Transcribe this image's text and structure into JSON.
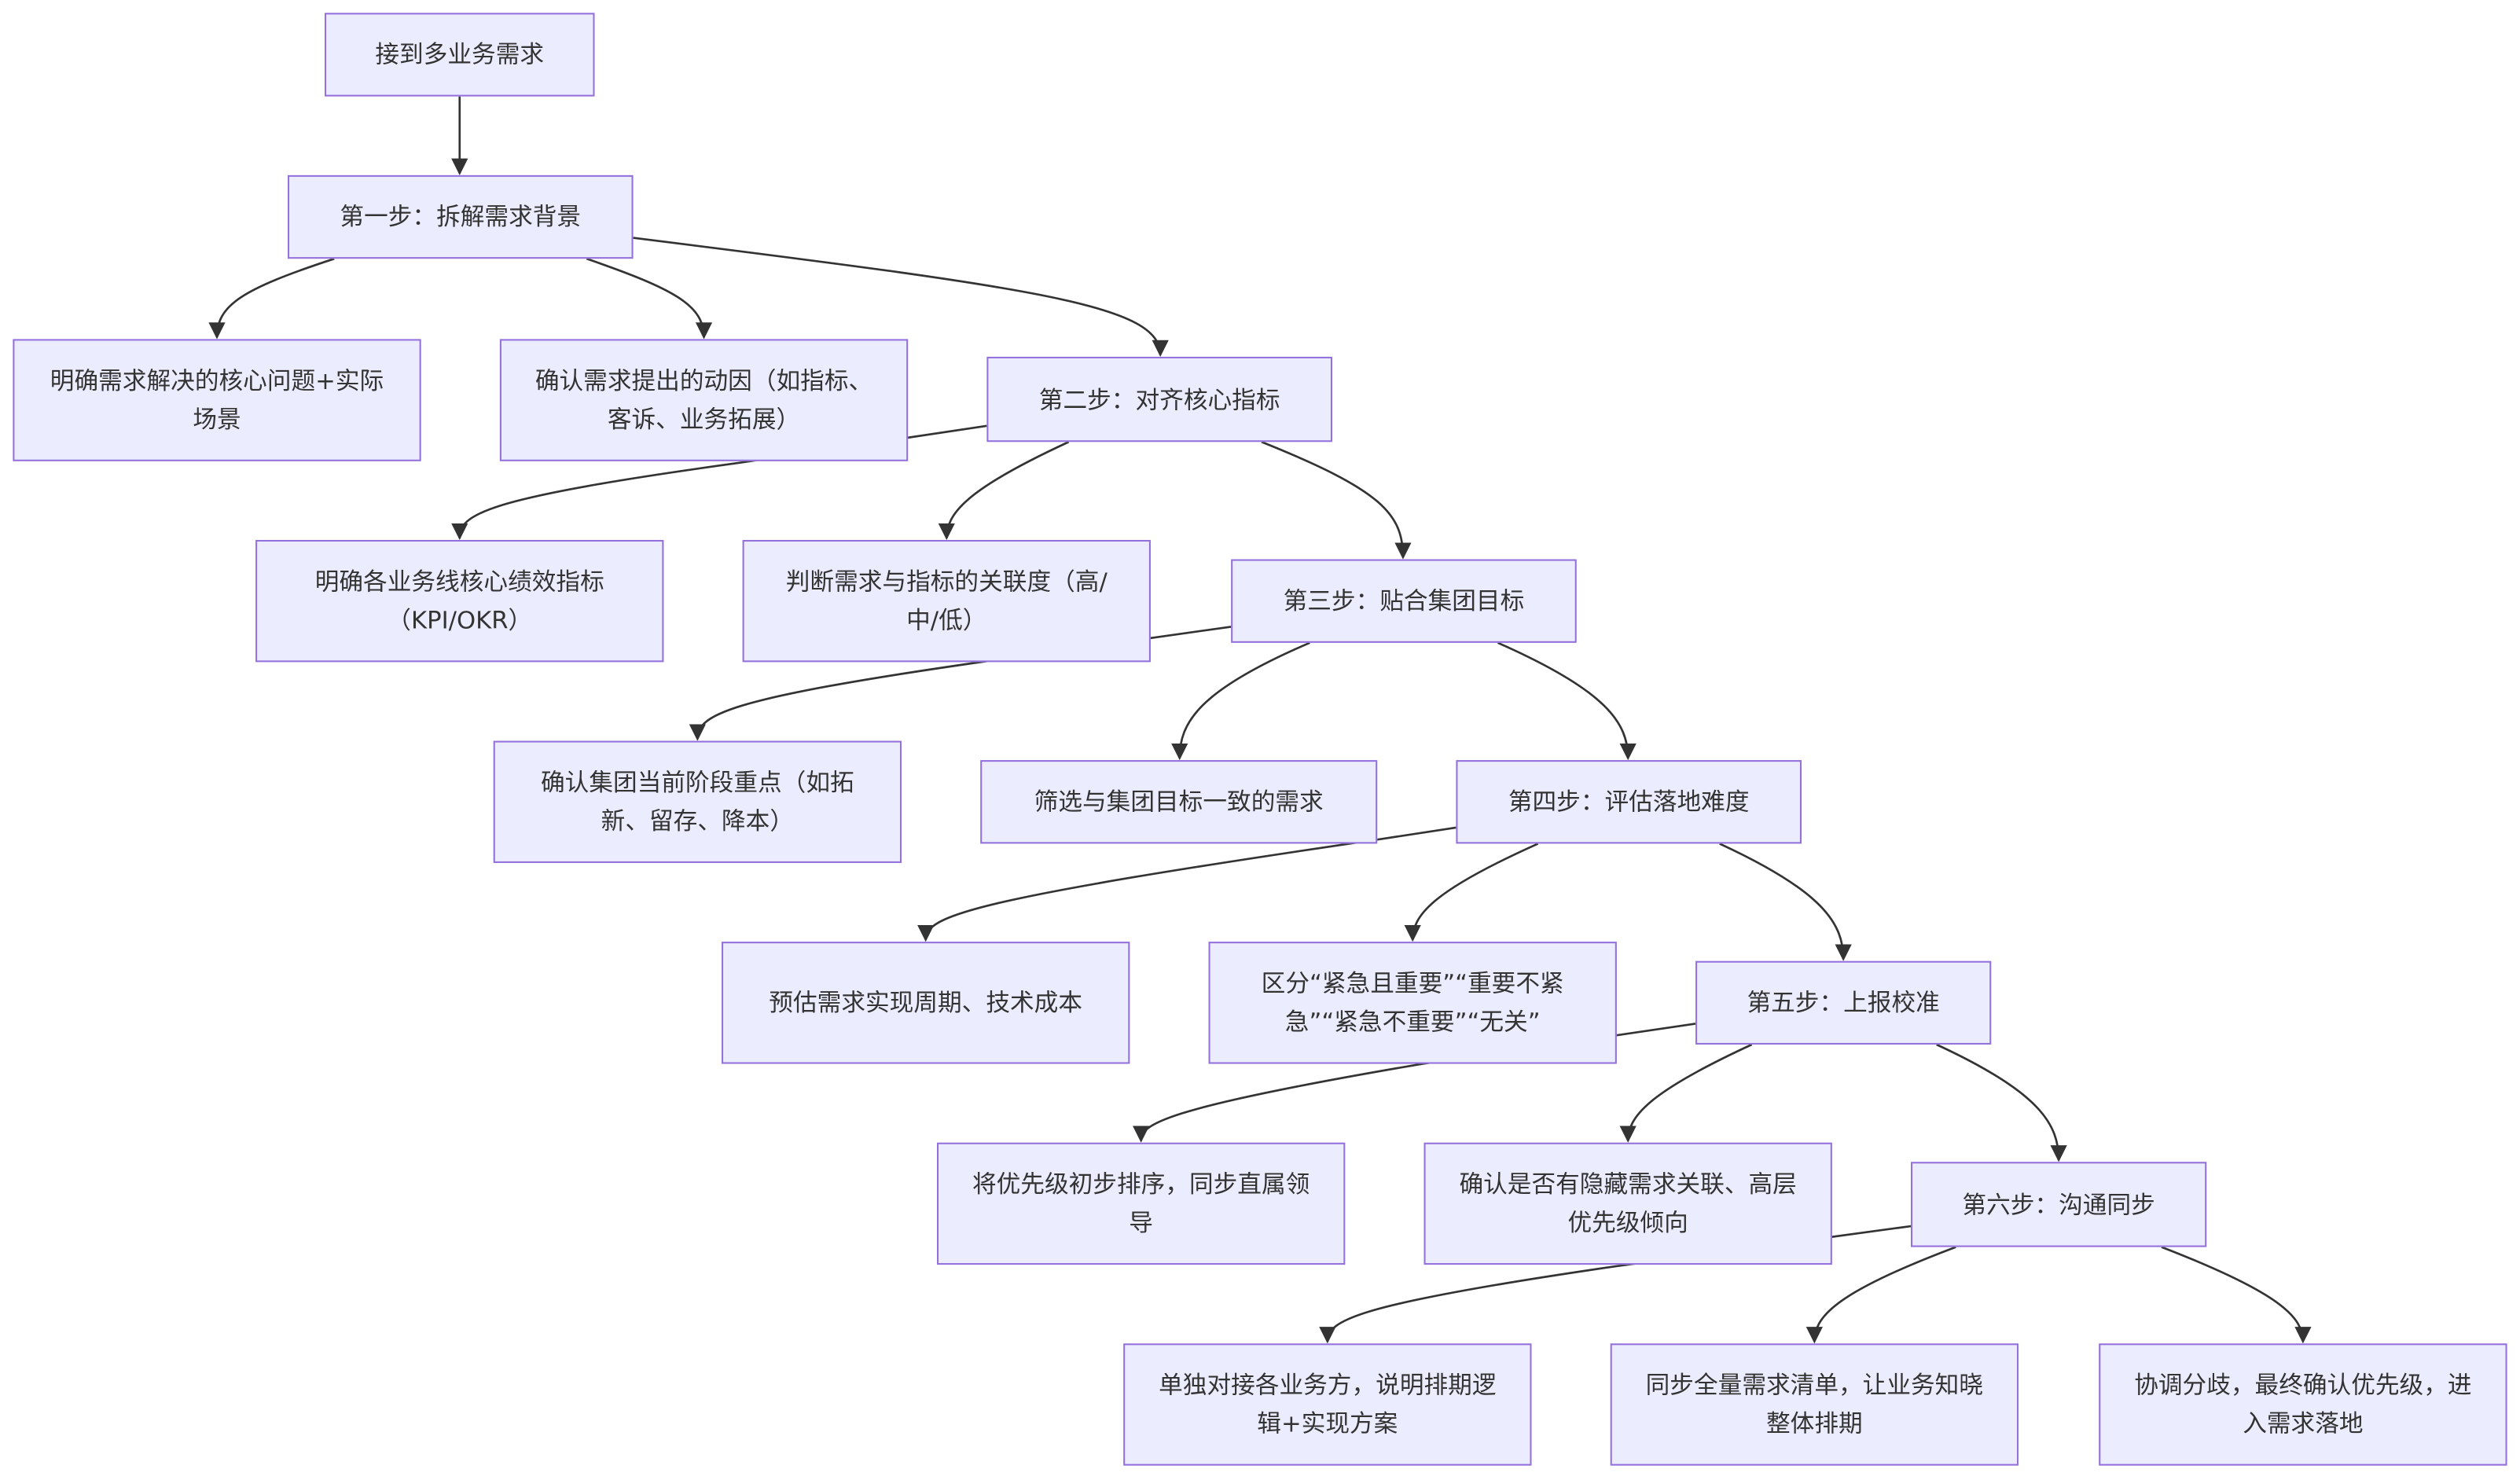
{
  "colors": {
    "node_fill": "#ececff",
    "node_border": "#9370db",
    "edge": "#333333",
    "text": "#333333"
  },
  "nodes": {
    "root": "接到多业务需求",
    "step1": "第一步：拆解需求背景",
    "a1": "明确需求解决的核心问题+实际场景",
    "a2": "确认需求提出的动因（如指标、客诉、业务拓展）",
    "step2": "第二步：对齐核心指标",
    "b1": "明确各业务线核心绩效指标（KPI/OKR）",
    "b2": "判断需求与指标的关联度（高/中/低）",
    "step3": "第三步：贴合集团目标",
    "c1": "确认集团当前阶段重点（如拓新、留存、降本）",
    "c2": "筛选与集团目标一致的需求",
    "step4": "第四步：评估落地难度",
    "d1": "预估需求实现周期、技术成本",
    "d2": "区分“紧急且重要”“重要不紧急”“紧急不重要”“无关”",
    "step5": "第五步：上报校准",
    "e1": "将优先级初步排序，同步直属领导",
    "e2": "确认是否有隐藏需求关联、高层优先级倾向",
    "step6": "第六步：沟通同步",
    "f1": "单独对接各业务方，说明排期逻辑+实现方案",
    "f2": "同步全量需求清单，让业务知晓整体排期",
    "f3": "协调分歧，最终确认优先级，进入需求落地"
  },
  "edges": [
    [
      "root",
      "step1"
    ],
    [
      "step1",
      "a1"
    ],
    [
      "step1",
      "a2"
    ],
    [
      "step1",
      "step2"
    ],
    [
      "step2",
      "b1"
    ],
    [
      "step2",
      "b2"
    ],
    [
      "step2",
      "step3"
    ],
    [
      "step3",
      "c1"
    ],
    [
      "step3",
      "c2"
    ],
    [
      "step3",
      "step4"
    ],
    [
      "step4",
      "d1"
    ],
    [
      "step4",
      "d2"
    ],
    [
      "step4",
      "step5"
    ],
    [
      "step5",
      "e1"
    ],
    [
      "step5",
      "e2"
    ],
    [
      "step5",
      "step6"
    ],
    [
      "step6",
      "f1"
    ],
    [
      "step6",
      "f2"
    ],
    [
      "step6",
      "f3"
    ]
  ]
}
